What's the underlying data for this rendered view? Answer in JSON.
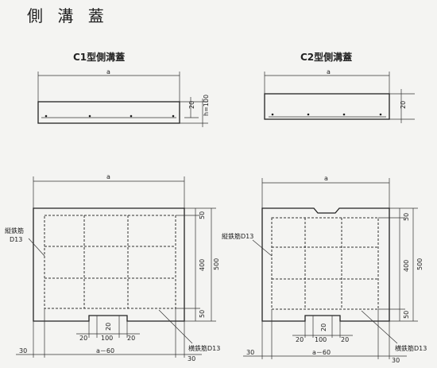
{
  "title": "側 溝 蓋",
  "c1": {
    "heading": "C1型側溝蓋",
    "dim_a": "a",
    "dim_20": "20",
    "dim_h": "h=100",
    "dim_50_top": "50",
    "dim_400": "400",
    "dim_50_bot": "50",
    "dim_500": "500",
    "long_rebar": "縦鉄筋",
    "long_rebar_size": "D13",
    "trans_rebar": "横鉄筋D13",
    "notch_20_left": "20",
    "notch_100": "100",
    "notch_20_right": "20",
    "notch_20_vert": "20",
    "dim_30_left": "30",
    "dim_a60": "a－60",
    "dim_30_right": "30"
  },
  "c2": {
    "heading": "C2型側溝蓋",
    "dim_a": "a",
    "dim_20": "20",
    "dim_50_top": "50",
    "dim_400": "400",
    "dim_50_bot": "50",
    "dim_500": "500",
    "long_rebar": "縦鉄筋D13",
    "trans_rebar": "横鉄筋D13",
    "notch_20_left": "20",
    "notch_100": "100",
    "notch_20_right": "20",
    "notch_20_vert": "20",
    "dim_30_left": "30",
    "dim_a60": "a－60",
    "dim_30_right": "30"
  }
}
